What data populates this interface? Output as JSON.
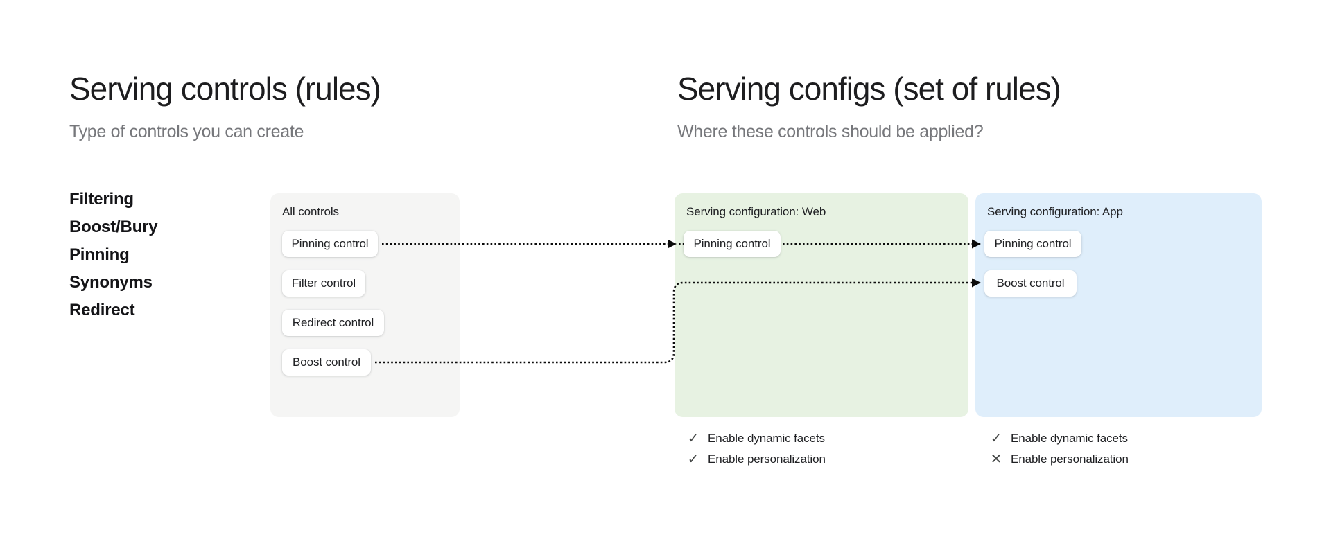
{
  "left_panel": {
    "title": "Serving controls (rules)",
    "subtitle": "Type of controls you can create",
    "control_types": [
      "Filtering",
      "Boost/Bury",
      "Pinning",
      "Synonyms",
      "Redirect"
    ]
  },
  "right_panel": {
    "title": "Serving configs (set of rules)",
    "subtitle": "Where these controls should be applied?"
  },
  "cards": {
    "all_controls": {
      "title": "All controls",
      "controls": [
        "Pinning control",
        "Filter control",
        "Redirect control",
        "Boost control"
      ]
    },
    "web": {
      "title": "Serving configuration: Web",
      "controls": [
        "Pinning control"
      ],
      "settings": [
        {
          "icon": "✓",
          "label": "Enable dynamic facets",
          "enabled": true
        },
        {
          "icon": "✓",
          "label": "Enable personalization",
          "enabled": true
        }
      ]
    },
    "app": {
      "title": "Serving configuration: App",
      "controls": [
        "Pinning control",
        "Boost control"
      ],
      "settings": [
        {
          "icon": "✓",
          "label": "Enable dynamic facets",
          "enabled": true
        },
        {
          "icon": "✕",
          "label": "Enable personalization",
          "enabled": false
        }
      ]
    }
  },
  "connections": [
    {
      "from": "All controls / Pinning control",
      "to": "Serving configuration: Web / Pinning control",
      "style": "dotted-arrow"
    },
    {
      "from": "Serving configuration: Web / Pinning control",
      "to": "Serving configuration: App / Pinning control",
      "style": "dotted-arrow"
    },
    {
      "from": "All controls / Boost control",
      "to": "Serving configuration: App / Boost control",
      "style": "dotted-arrow"
    }
  ],
  "colors": {
    "background": "#ffffff",
    "heading_text": "#1d1d1f",
    "subtitle_text": "#76777b",
    "all_controls_card": "#f5f5f4",
    "web_card": "#e7f2e2",
    "app_card": "#dfeefb",
    "pill_background": "#ffffff",
    "arrow": "#0b0b0b",
    "icon_gray": "#444746"
  }
}
